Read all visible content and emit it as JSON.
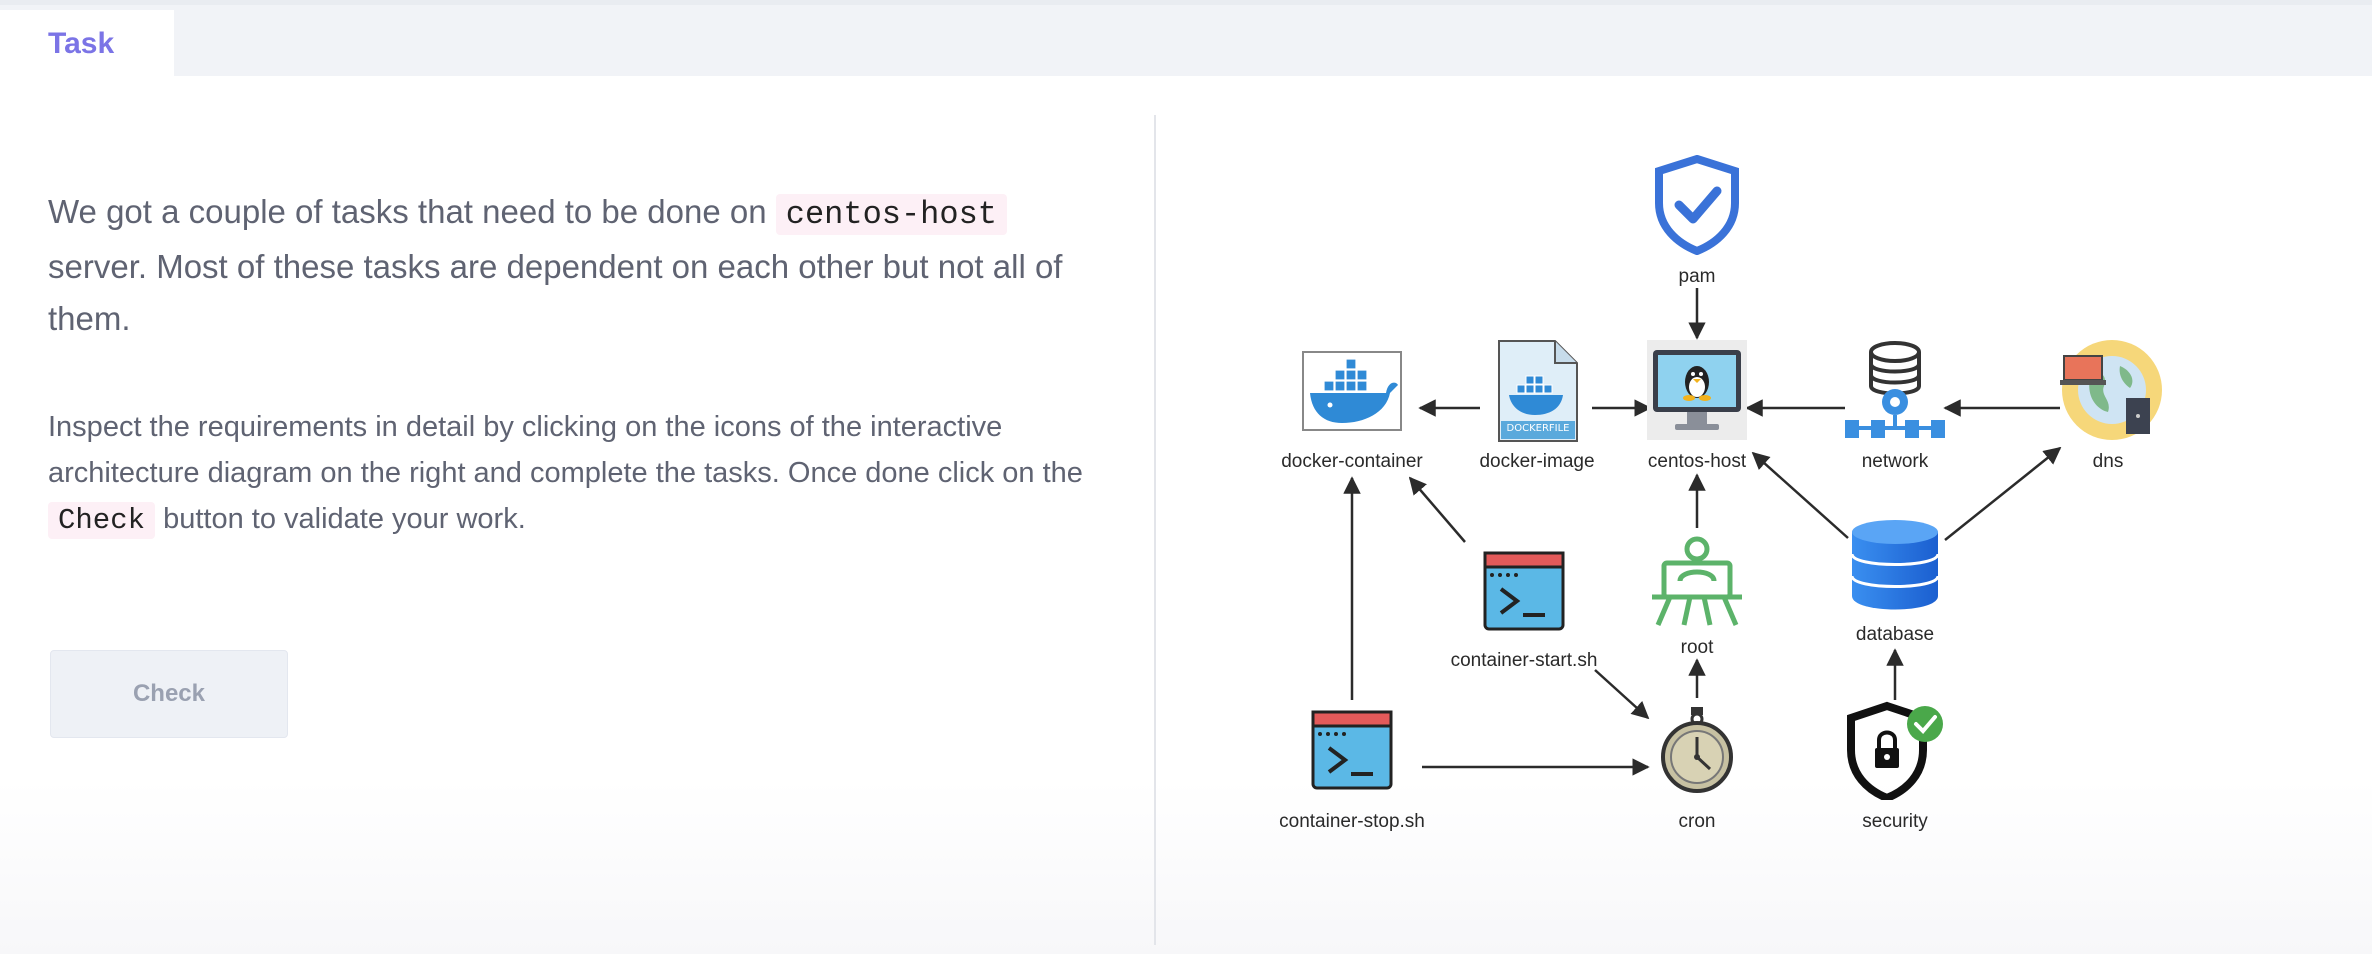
{
  "tabs": {
    "task_label": "Task"
  },
  "description": {
    "p1_before": "We got a couple of tasks that need to be done on ",
    "p1_code": "centos-host",
    "p1_after": " server. Most of these tasks are dependent on each other but not all of them.",
    "p2_before": "Inspect the requirements in detail by clicking on the icons of the interactive architecture diagram on the right and complete the tasks. Once done click on the ",
    "p2_code": "Check",
    "p2_after": " button to validate your work."
  },
  "check_button": {
    "label": "Check"
  },
  "diagram": {
    "nodes": {
      "pam": "pam",
      "docker_container": "docker-container",
      "docker_image": "docker-image",
      "centos_host": "centos-host",
      "network": "network",
      "dns": "dns",
      "container_start": "container-start.sh",
      "root": "root",
      "database": "database",
      "container_stop": "container-stop.sh",
      "cron": "cron",
      "security": "security"
    },
    "dockerfile_label": "DOCKERFILE"
  }
}
